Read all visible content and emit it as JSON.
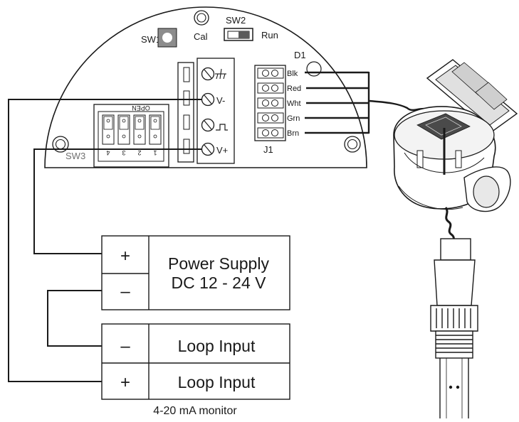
{
  "board": {
    "sw1": "SW1",
    "sw2": "SW2",
    "sw3": "SW3",
    "cal": "Cal",
    "run": "Run",
    "d1": "D1",
    "open": "OPEN",
    "j1": "J1",
    "dip_numbers": [
      "4",
      "3",
      "2",
      "1"
    ],
    "terminals": [
      "V-",
      "V+"
    ],
    "j1_wires": [
      "Blk",
      "Red",
      "Wht",
      "Grn",
      "Brn"
    ]
  },
  "power_supply": {
    "plus": "+",
    "minus": "–",
    "line1": "Power Supply",
    "line2": "DC 12 - 24 V"
  },
  "monitor": {
    "minus": "–",
    "plus": "+",
    "row1": "Loop Input",
    "row2": "Loop Input",
    "caption": "4-20 mA monitor"
  }
}
